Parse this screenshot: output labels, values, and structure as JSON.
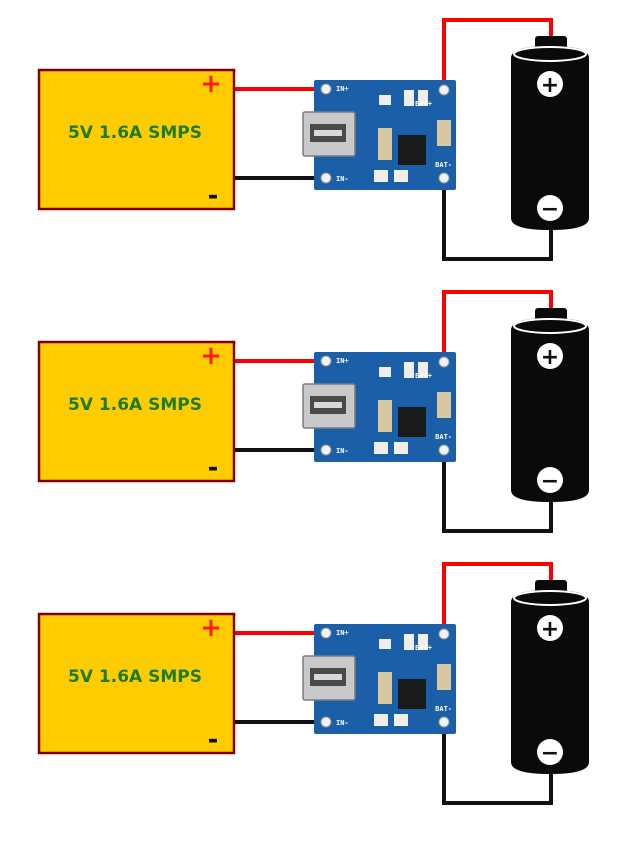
{
  "colors": {
    "psu_fill": "#ffcc00",
    "psu_border": "#800000",
    "label_green": "#1f7a1f",
    "wire_positive": "#ff0000",
    "wire_negative": "#111111",
    "pcb_blue": "#1a5fa8",
    "battery_body": "#0a0a0a"
  },
  "circuits": [
    {
      "psu": {
        "label": "5V 1.6A SMPS",
        "plus": "+",
        "minus": "-"
      },
      "module": {
        "in_plus": "IN+",
        "in_minus": "IN-",
        "bat_plus": "BAT+",
        "bat_minus": "BAT-"
      },
      "battery": {
        "plus": "+",
        "minus": "−"
      }
    },
    {
      "psu": {
        "label": "5V 1.6A SMPS",
        "plus": "+",
        "minus": "-"
      },
      "module": {
        "in_plus": "IN+",
        "in_minus": "IN-",
        "bat_plus": "BAT+",
        "bat_minus": "BAT-"
      },
      "battery": {
        "plus": "+",
        "minus": "−"
      }
    },
    {
      "psu": {
        "label": "5V 1.6A SMPS",
        "plus": "+",
        "minus": "-"
      },
      "module": {
        "in_plus": "IN+",
        "in_minus": "IN-",
        "bat_plus": "BAT+",
        "bat_minus": "BAT-"
      },
      "battery": {
        "plus": "+",
        "minus": "−"
      }
    }
  ]
}
